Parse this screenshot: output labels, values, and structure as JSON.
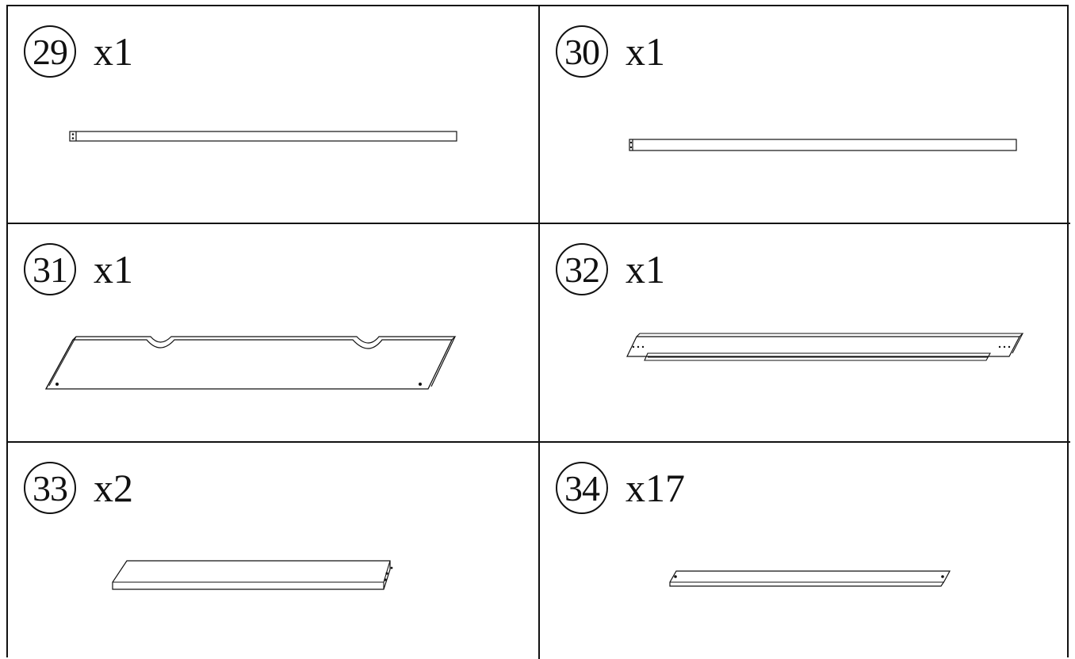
{
  "parts": [
    {
      "number": "29",
      "quantity": "x1",
      "icon": "long-rail-icon"
    },
    {
      "number": "30",
      "quantity": "x1",
      "icon": "long-rail-icon"
    },
    {
      "number": "31",
      "quantity": "x1",
      "icon": "notched-panel-icon"
    },
    {
      "number": "32",
      "quantity": "x1",
      "icon": "ledger-rail-icon"
    },
    {
      "number": "33",
      "quantity": "x2",
      "icon": "board-icon"
    },
    {
      "number": "34",
      "quantity": "x17",
      "icon": "slat-icon"
    }
  ],
  "colors": {
    "line": "#111111",
    "background": "#ffffff"
  }
}
